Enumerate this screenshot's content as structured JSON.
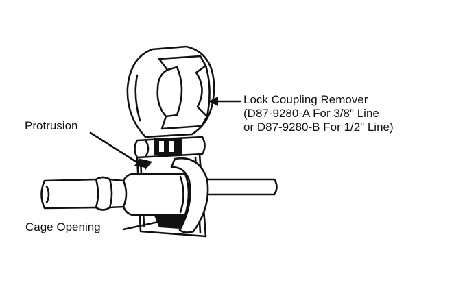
{
  "labels": {
    "remover_line1": "Lock Coupling Remover",
    "remover_line2": "(D87-9280-A For 3/8\" Line",
    "remover_line3": "or D87-9280-B For 1/2\" Line)",
    "protrusion": "Protrusion",
    "cage_opening": "Cage Opening"
  }
}
